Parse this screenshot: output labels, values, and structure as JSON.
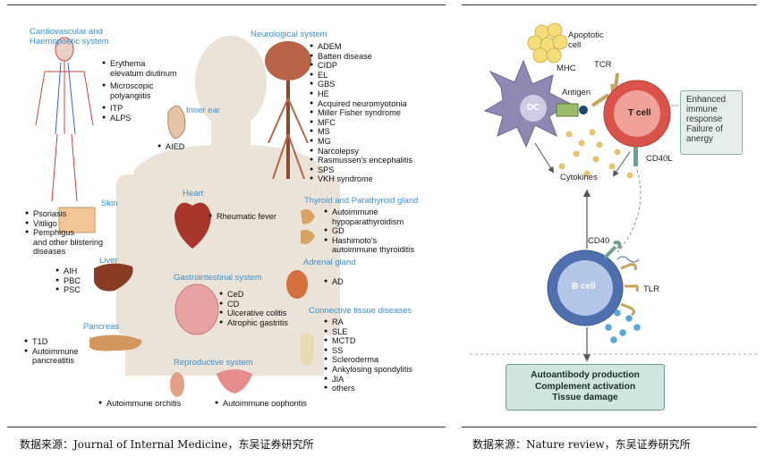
{
  "left_panel": {
    "cardio": {
      "title": "Cardiovascular and Haemopoetic system",
      "title_line1": "Cardiovascular and",
      "title_line2": "Haemopoetic system",
      "items": [
        "Erythema\nelevatum diutinum",
        "Microscopic\npolyangiitis",
        "ITP",
        "ALPS"
      ]
    },
    "neuro": {
      "title": "Neurological system",
      "items": [
        "ADEM",
        "Batten disease",
        "CIDP",
        "EL",
        "GBS",
        "HE",
        "Acquired neuromyotonia",
        "Miller Fisher syndrome",
        "MFC",
        "MS",
        "MG",
        "Narcolepsy",
        "Rasmussen's encephalitis",
        "SPS",
        "VKH syndrome"
      ]
    },
    "inner_ear": {
      "title": "Inner ear",
      "items": [
        "AIED"
      ]
    },
    "heart": {
      "title": "Heart",
      "items": [
        "Rheumatic fever"
      ]
    },
    "skin": {
      "title": "Skin",
      "items": [
        "Psoriasis",
        "Vitiligo",
        "Pemphigus\nand other blistering\ndiseases"
      ]
    },
    "thyroid": {
      "title": "Thyroid and Parathyroid gland",
      "items": [
        "Autoimmune\nhypoparathyroidism",
        "GD",
        "Hashimoto's\nautoimmune thyroiditis"
      ]
    },
    "liver": {
      "title": "Liver",
      "items": [
        "AIH",
        "PBC",
        "PSC"
      ]
    },
    "adrenal": {
      "title": "Adrenal gland",
      "items": [
        "AD"
      ]
    },
    "gi": {
      "title": "Gastrointestinal system",
      "items": [
        "CeD",
        "CD",
        "Ulcerative colitis",
        "Atrophic gastritis"
      ]
    },
    "connective": {
      "title": "Connective tissue diseases",
      "items": [
        "RA",
        "SLE",
        "MCTD",
        "SS",
        "Scleroderma",
        "Ankylosing spondylitis",
        "JIA",
        "others"
      ]
    },
    "pancreas": {
      "title": "Pancreas",
      "items": [
        "T1D",
        "Autoimmune\npancreatitis"
      ]
    },
    "reproductive": {
      "title": "Reproductive system",
      "items": [
        "Autoimmune orchitis",
        "Autoimmune oophoritis"
      ]
    },
    "source": "数据来源：Journal of Internal Medicine，东吴证券研究所"
  },
  "right_panel": {
    "apoptotic": "Apoptotic\ncell",
    "apoptotic_l1": "Apoptotic",
    "apoptotic_l2": "cell",
    "mhc": "MHC",
    "tcr": "TCR",
    "antigen": "Antigen",
    "dc": "DC",
    "tcell": "T cell",
    "cytokines": "Cytokines",
    "cd40l": "CD40L",
    "cd40": "CD40",
    "bcell": "B cell",
    "tlr": "TLR",
    "enhanced": [
      "Enhanced",
      "immune",
      "response",
      "Failure of",
      "anergy"
    ],
    "outcome": [
      "Autoantibody production",
      "Complement activation",
      "Tissue damage"
    ],
    "source": "数据来源：Nature review，东吴证券研究所"
  },
  "colors": {
    "label_blue": "#3a8fd0",
    "tcell_red": "#d9534a",
    "dc_purple": "#8e88b2",
    "bcell_blue": "#4f6fae",
    "outcome_green": "#cfe5dd",
    "body_tan": "#ebe3d7"
  }
}
